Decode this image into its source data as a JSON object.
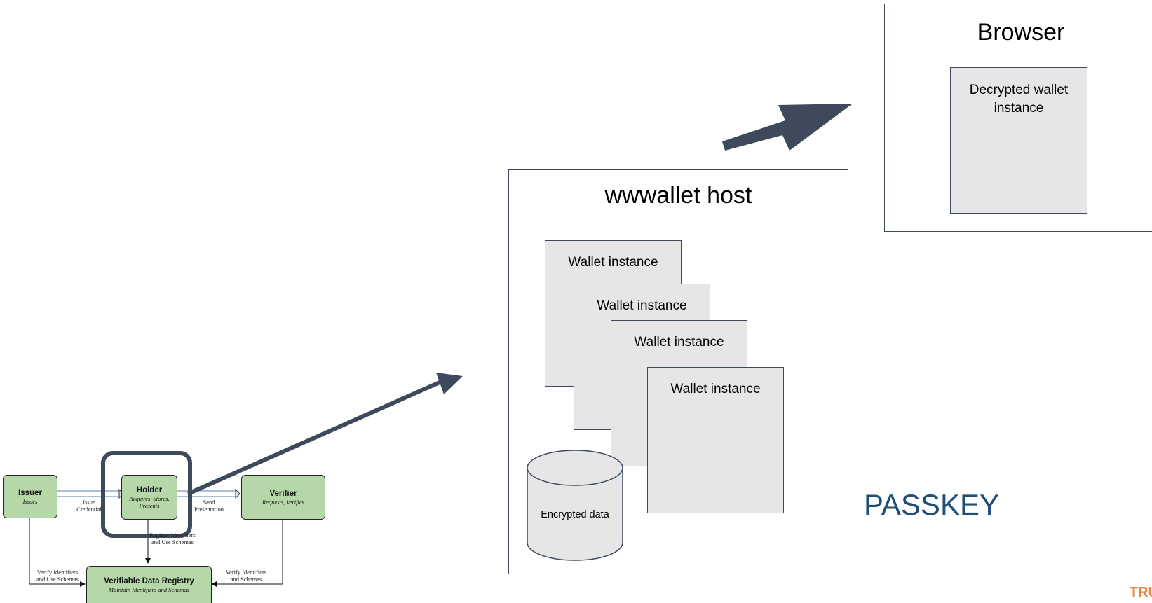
{
  "trust_model": {
    "issuer": {
      "title": "Issuer",
      "subtitle": "Issues"
    },
    "holder": {
      "title": "Holder",
      "subtitle": "Acquires, Stores, Presents"
    },
    "verifier": {
      "title": "Verifier",
      "subtitle": "Requests, Verifies"
    },
    "registry": {
      "title": "Verifiable Data Registry",
      "subtitle": "Maintain Identifiers and Schemas"
    },
    "edges": {
      "issue_credential": "Issue Credential",
      "send_presentation": "Send Presentation",
      "register": "Register Identifiers and Use Schemas",
      "verify_left": "Verify Identifiers and Use Schemas",
      "verify_right": "Verify Identifiers and Schemas"
    }
  },
  "host": {
    "title": "wwwallet host",
    "wallets": [
      "Wallet instance",
      "Wallet instance",
      "Wallet instance",
      "Wallet instance"
    ],
    "encrypted_data": "Encrypted data"
  },
  "browser": {
    "title": "Browser",
    "decrypted": "Decrypted wallet instance"
  },
  "passkey": "PASSKEY",
  "footer_fragment": "TRU",
  "colors": {
    "node_fill": "#b6d7a8",
    "box_fill": "#e6e6e6",
    "stroke": "#3e4a5c",
    "passkey": "#1f4e79",
    "footer": "#e8833a"
  }
}
